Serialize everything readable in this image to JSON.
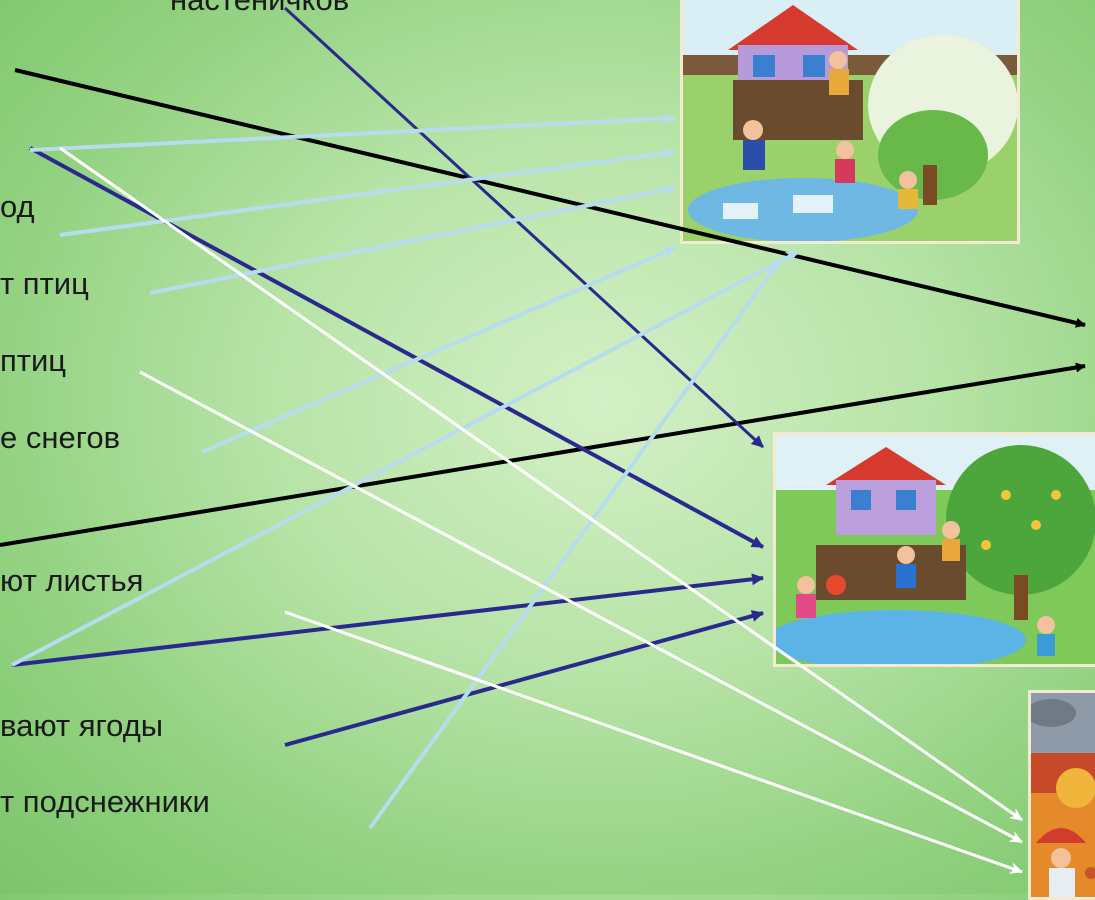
{
  "phrases": [
    "настеничков",
    "од",
    "т птиц",
    "птиц",
    "е снегов",
    "ют листья",
    "вают ягоды",
    "т подснежники"
  ],
  "pictures": [
    {
      "name": "spring-scene-picture",
      "season": "spring"
    },
    {
      "name": "summer-scene-picture",
      "season": "summer"
    },
    {
      "name": "autumn-scene-picture",
      "season": "autumn"
    }
  ],
  "colors": {
    "line_black": "#000000",
    "line_navy": "#2a2a8e",
    "line_lightblue": "#b7dcee",
    "line_white": "#ffffff"
  }
}
